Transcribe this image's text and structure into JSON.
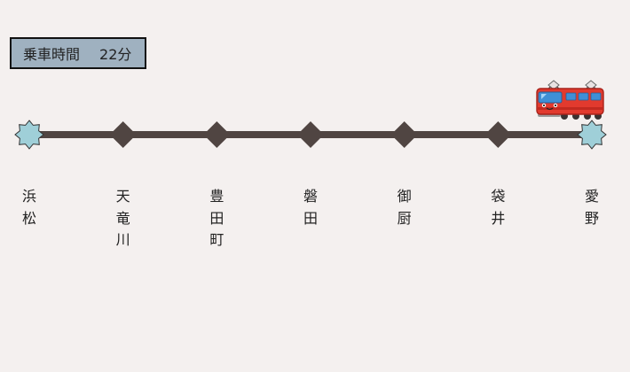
{
  "ride_time": {
    "label": "乗車時間",
    "value": "22分"
  },
  "stations": [
    {
      "name": "浜松",
      "type": "terminal"
    },
    {
      "name": "天竜川",
      "type": "stop"
    },
    {
      "name": "豊田町",
      "type": "stop"
    },
    {
      "name": "磐田",
      "type": "stop"
    },
    {
      "name": "御厨",
      "type": "stop"
    },
    {
      "name": "袋井",
      "type": "stop"
    },
    {
      "name": "愛野",
      "type": "terminal"
    }
  ],
  "colors": {
    "background": "#f4f0ef",
    "line": "#504542",
    "stop_marker": "#504542",
    "terminal_marker": "#9fcfd8",
    "time_box": "#9fb1c0",
    "train_body": "#e23a2e"
  },
  "icons": {
    "train": "train-icon",
    "terminal": "star-marker-icon",
    "stop": "diamond-marker-icon"
  }
}
